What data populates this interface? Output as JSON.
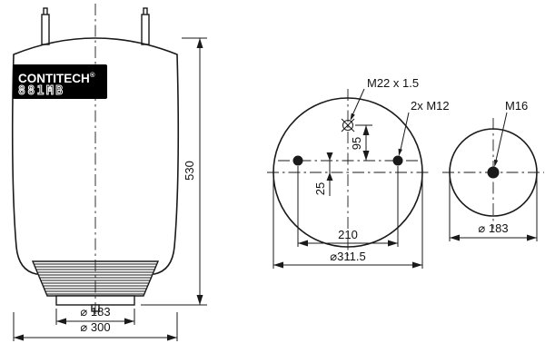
{
  "side_view": {
    "brand": "CONTITECH",
    "registered_mark": "®",
    "model": "881MB",
    "dim_height": "530",
    "dim_piston_diameter": "⌀ 183",
    "dim_max_diameter": "⌀ 300"
  },
  "top_view": {
    "label_air_fitting": "M22 x 1.5",
    "label_mounting_studs": "2x M12",
    "dim_fitting_offset": "95",
    "dim_stud_axis_offset": "25",
    "dim_stud_spacing": "210",
    "dim_plate_diameter": "⌀311.5"
  },
  "bottom_view": {
    "label_stud": "M16",
    "dim_plate_diameter": "⌀ 183"
  },
  "colors": {
    "line": "#1a1a1a",
    "background": "#ffffff",
    "label_background": "#000000",
    "label_foreground": "#ffffff"
  }
}
